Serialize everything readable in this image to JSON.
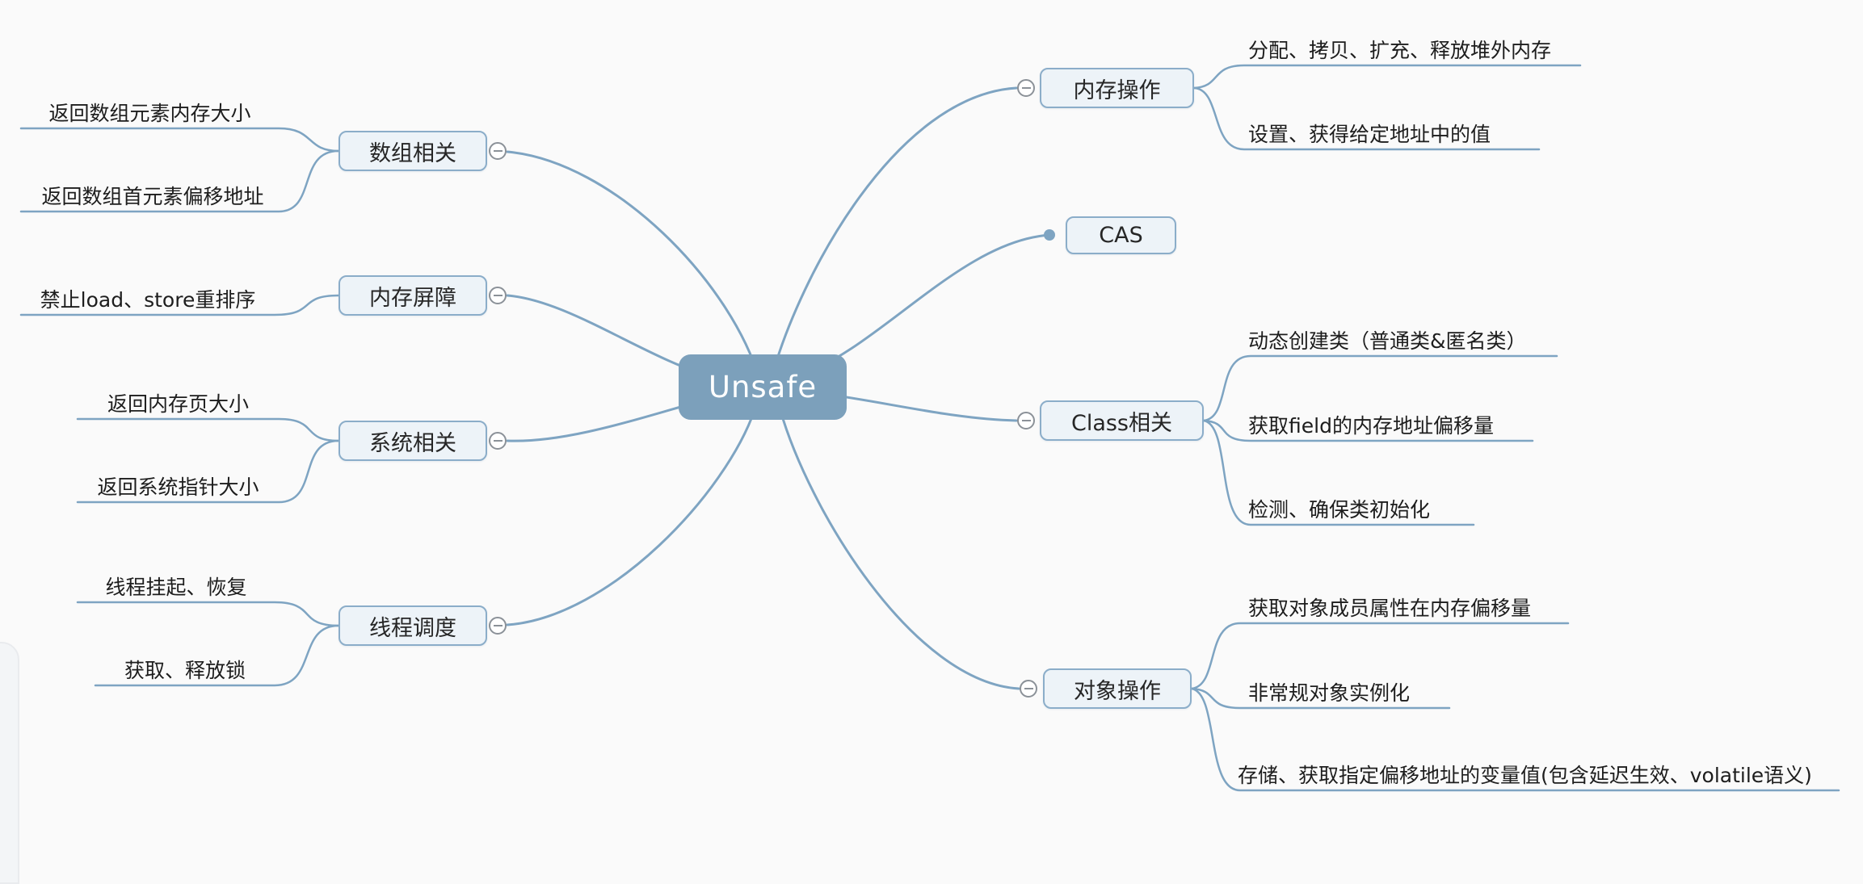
{
  "root": {
    "label": "Unsafe"
  },
  "left_branches": [
    {
      "label": "数组相关",
      "children": [
        "返回数组元素内存大小",
        "返回数组首元素偏移地址"
      ]
    },
    {
      "label": "内存屏障",
      "children": [
        "禁止load、store重排序"
      ]
    },
    {
      "label": "系统相关",
      "children": [
        "返回内存页大小",
        "返回系统指针大小"
      ]
    },
    {
      "label": "线程调度",
      "children": [
        "线程挂起、恢复",
        "获取、释放锁"
      ]
    }
  ],
  "right_branches": [
    {
      "label": "内存操作",
      "children": [
        "分配、拷贝、扩充、释放堆外内存",
        "设置、获得给定地址中的值"
      ]
    },
    {
      "label": "CAS",
      "children": []
    },
    {
      "label": "Class相关",
      "children": [
        "动态创建类（普通类&匿名类）",
        "获取field的内存地址偏移量",
        "检测、确保类初始化"
      ]
    },
    {
      "label": "对象操作",
      "children": [
        "获取对象成员属性在内存偏移量",
        "非常规对象实例化",
        "存储、获取指定偏移地址的变量值(包含延迟生效、volatile语义)"
      ]
    }
  ],
  "colors": {
    "canvas_background": "#fafafa",
    "branch_line": "#7ea4c2",
    "topic_fill": "#edf3f8",
    "topic_border": "#8badc9",
    "root_fill": "#7ca0bb",
    "root_text": "#ffffff",
    "collapse_icon": "#8b9198"
  }
}
